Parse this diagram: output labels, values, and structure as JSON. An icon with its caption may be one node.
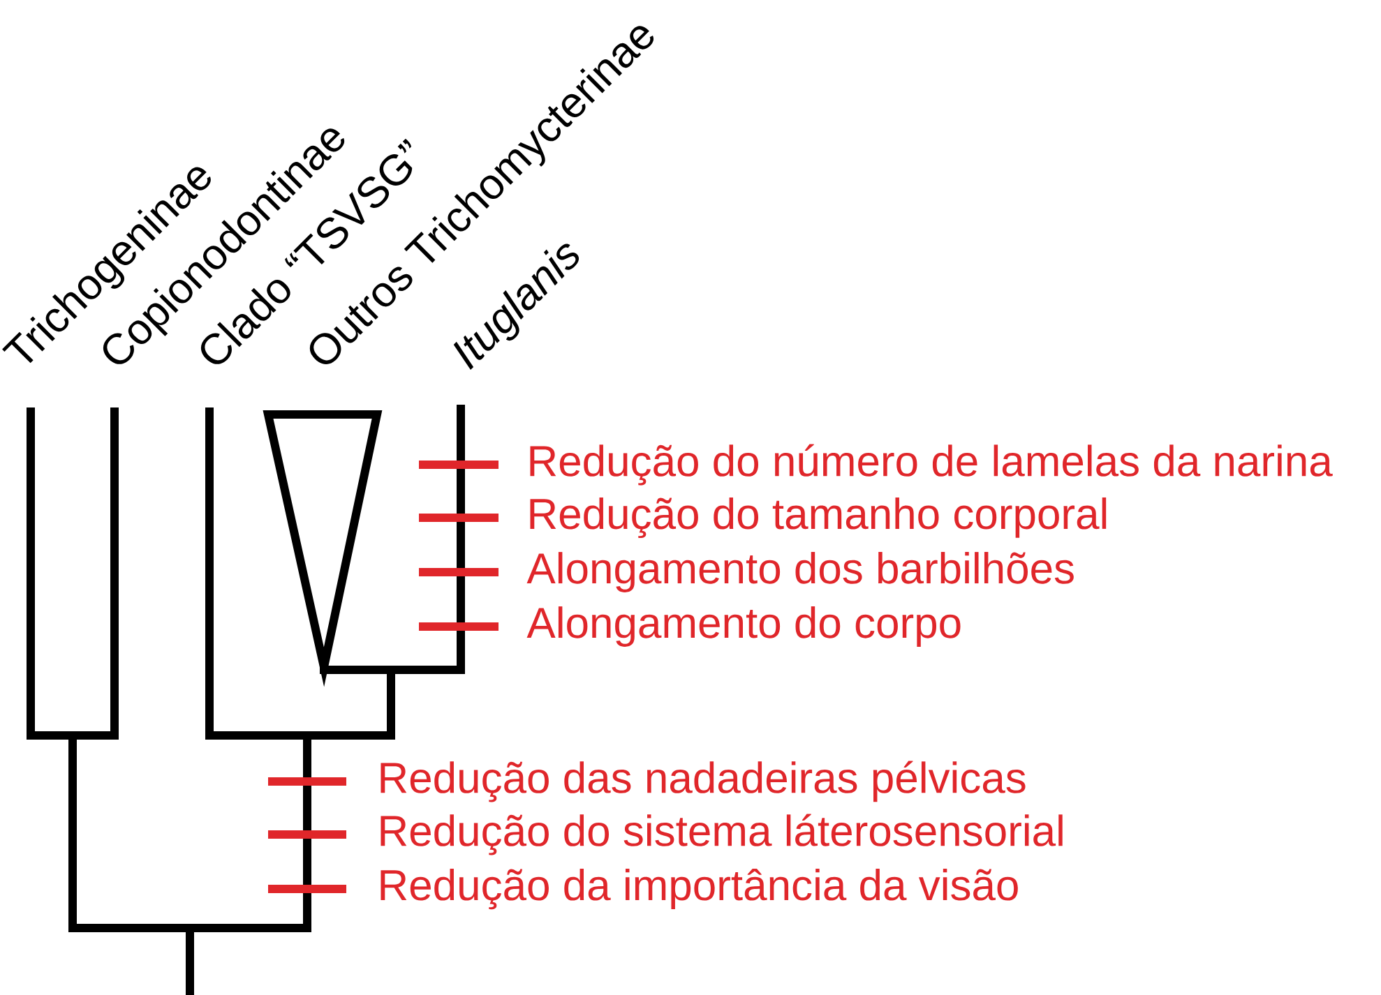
{
  "diagram": {
    "labels": [
      "Trichogeninae",
      "Copionodontinae",
      "Clado “TSVSG”",
      "Outros Trichomycterinae",
      "Ituglanis",
      "Redução do número de lamelas da narina",
      "Redução do tamanho corporal",
      "Alongamento dos barbilhões",
      "Alongamento do corpo",
      "Redução das nadadeiras pélvicas",
      "Redução do sistema láterosensorial",
      "Redução da importância da visão"
    ]
  }
}
